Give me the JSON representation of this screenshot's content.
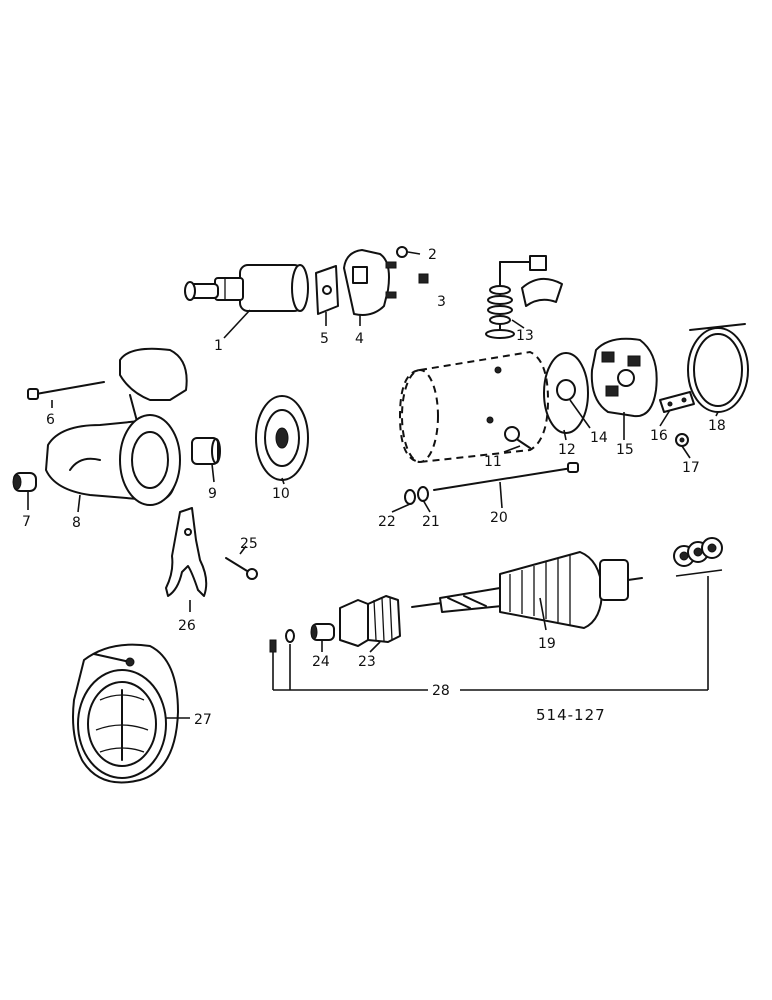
{
  "callouts": {
    "c1": "1",
    "c2": "2",
    "c3": "3",
    "c4": "4",
    "c5": "5",
    "c6": "6",
    "c7": "7",
    "c8": "8",
    "c9": "9",
    "c10": "10",
    "c11": "11",
    "c12": "12",
    "c13": "13",
    "c14": "14",
    "c15": "15",
    "c16": "16",
    "c17": "17",
    "c18": "18",
    "c19": "19",
    "c20": "20",
    "c21": "21",
    "c22": "22",
    "c23": "23",
    "c24": "24",
    "c25": "25",
    "c26": "26",
    "c27": "27",
    "c28": "28"
  },
  "figure_code": "514-127"
}
